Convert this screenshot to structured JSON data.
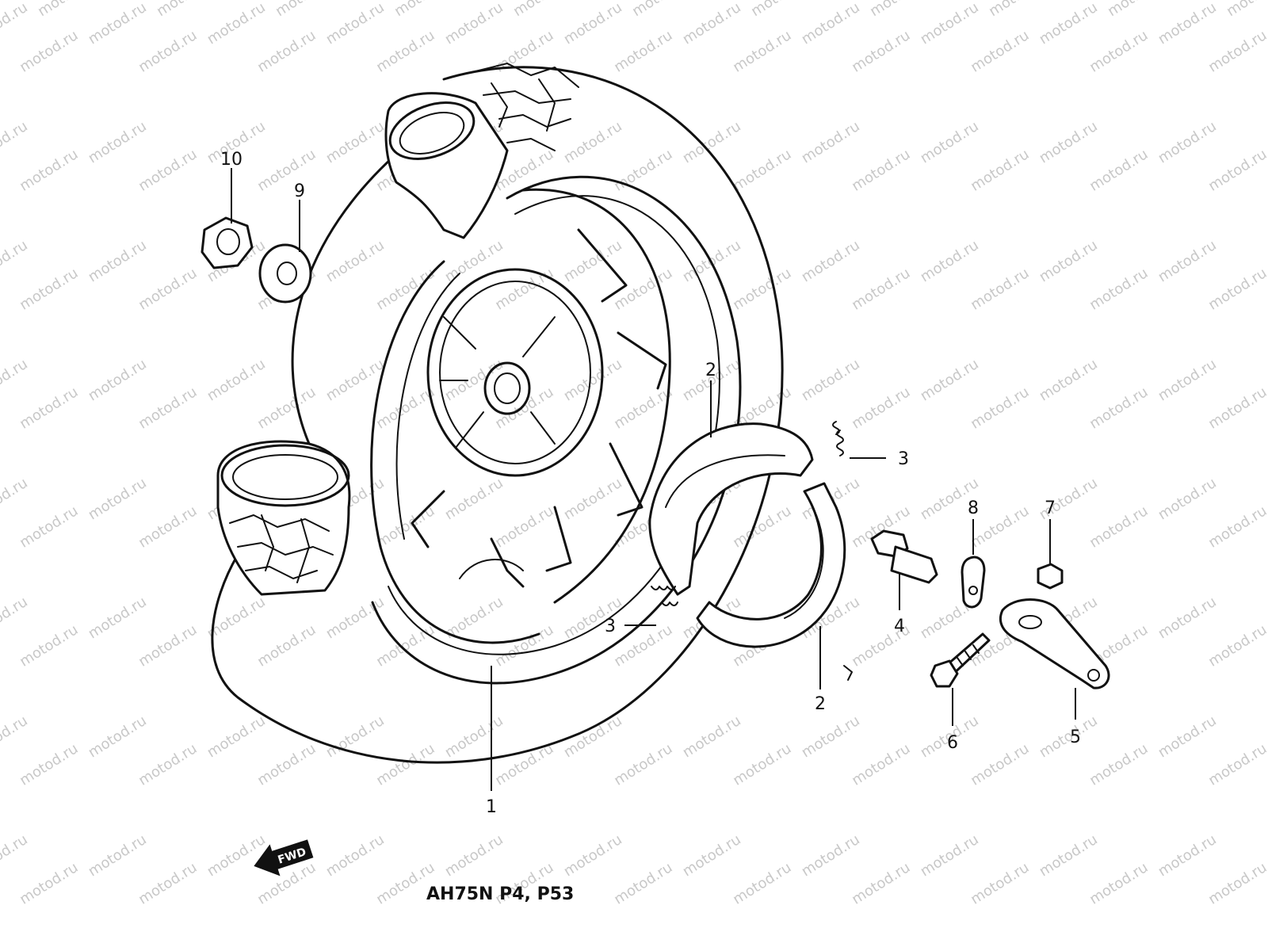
{
  "watermark": "motod.ru",
  "caption": "AH75N P4, P53",
  "fwd_label": "FWD",
  "callouts": {
    "c1": "1",
    "c2a": "2",
    "c2b": "2",
    "c3a": "3",
    "c3b": "3",
    "c4": "4",
    "c5": "5",
    "c6": "6",
    "c7": "7",
    "c8": "8",
    "c9": "9",
    "c10": "10"
  }
}
